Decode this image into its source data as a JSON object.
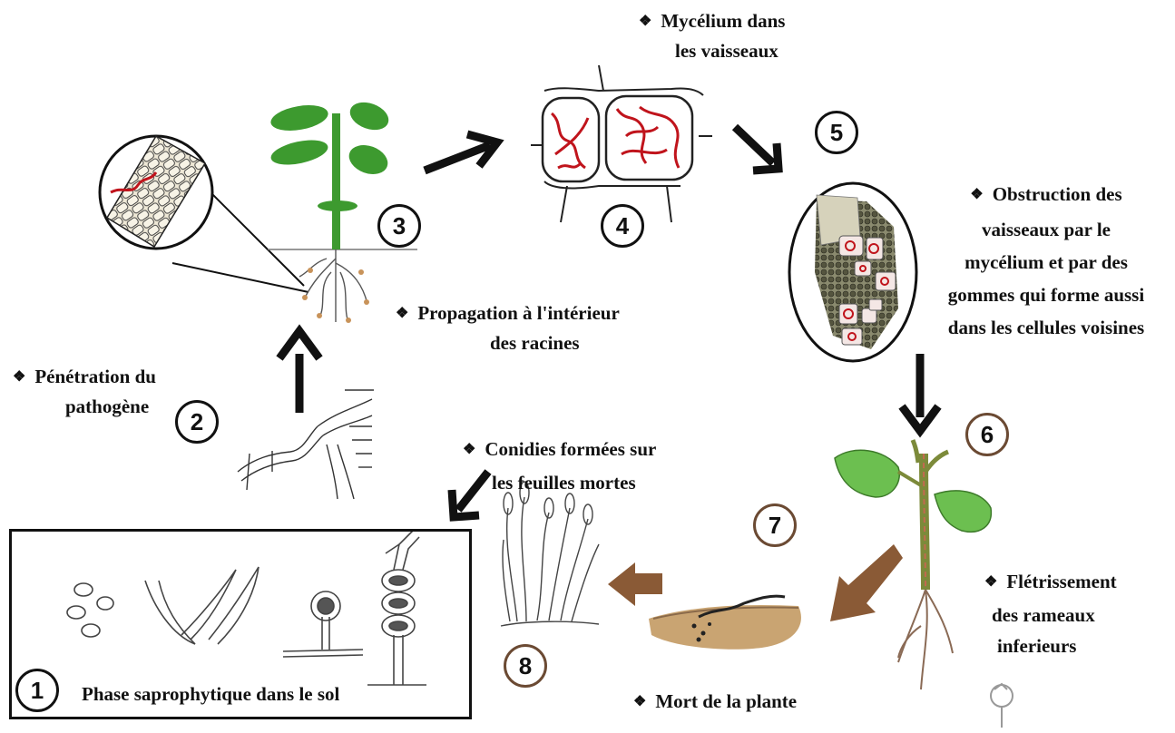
{
  "step_numbers": [
    "1",
    "2",
    "3",
    "4",
    "5",
    "6",
    "7",
    "8"
  ],
  "colors": {
    "leaf_green": "#3d9a2f",
    "mycelium_red": "#c0141c",
    "arrow_black": "#111111",
    "arrow_brown": "#8a5a36",
    "soil": "#c9a472"
  },
  "labels": {
    "phase_saprophytique": "Phase saprophytique dans le sol",
    "penetration": [
      "Pénétration du",
      "pathogène"
    ],
    "propagation": [
      "Propagation à l'intérieur",
      "des racines"
    ],
    "mycelium_vaisseaux": [
      "Mycélium dans",
      "les vaisseaux"
    ],
    "obstruction": [
      "Obstruction des",
      "vaisseaux par le",
      "mycélium et par des",
      "gommes qui forme aussi",
      "dans les cellules voisines"
    ],
    "fletrissement": [
      "Flétrissement",
      "des rameaux",
      "inferieurs"
    ],
    "mort": "Mort de la plante",
    "conidies": [
      "Conidies formées sur",
      "les feuilles mortes"
    ]
  },
  "bullet_symbol": "❖"
}
